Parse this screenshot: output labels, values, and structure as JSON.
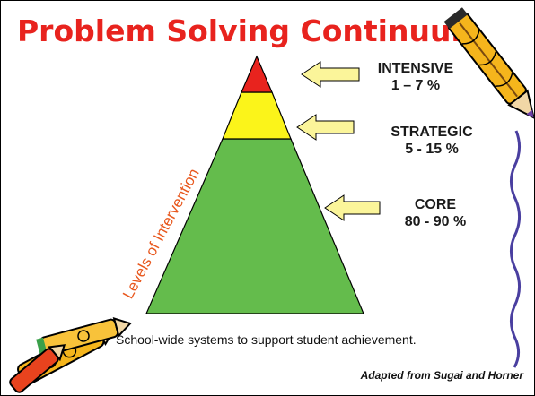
{
  "title": "Problem Solving Continuum",
  "axis_label": "Levels of Intervention",
  "tiers": [
    {
      "name": "INTENSIVE",
      "range": "1 – 7 %",
      "color": "#e8231e"
    },
    {
      "name": "STRATEGIC",
      "range": "5 - 15 %",
      "color": "#fbf41a"
    },
    {
      "name": "CORE",
      "range": "80 - 90 %",
      "color": "#64bc4c"
    }
  ],
  "arrow_color": "#fbf59a",
  "caption": "School-wide systems to support student achievement.",
  "credit": "Adapted from Sugai and Horner",
  "icons": {
    "top_right": "pencil-icon",
    "bottom_left": "crayons-icon",
    "right_edge": "squiggle-line-icon"
  }
}
